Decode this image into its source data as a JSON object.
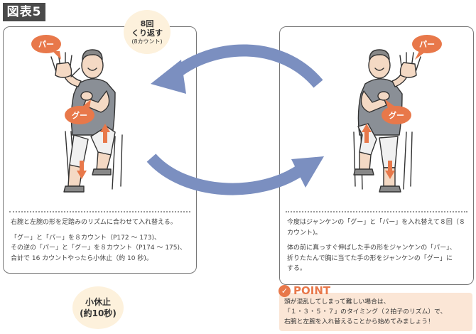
{
  "figure_label": "図表5",
  "repeat": {
    "count": "8回",
    "action": "くり返す",
    "note": "(8カウント)"
  },
  "rest": {
    "line1": "小休止",
    "line2": "(約10秒)"
  },
  "left_panel": {
    "bubble_top": "パー",
    "bubble_bottom": "グー",
    "text": {
      "p1": "右腕と左腕の形を足踏みのリズムに合わせて入れ替える。",
      "p2_l1": "「グー」と「パー」を８カウント（P172 〜 173)、",
      "p2_l2": "その逆の「パー」と「グー」を８カウント（P174 〜 175)、",
      "p2_l3": "合計で 16 カウントやったら小休止（約 10 秒)。"
    }
  },
  "right_panel": {
    "bubble_top": "パー",
    "bubble_bottom": "グー",
    "text": {
      "p1_l1": "今度はジャンケンの「グー」と「パー」を入れ替えて８回（８",
      "p1_l2": "カウント)。",
      "p2_l1": "体の前に真っすぐ伸ばした手の形をジャンケンの「パー」、",
      "p2_l2": "折りたたんで胸に当てた手の形をジャンケンの「グー」に",
      "p2_l3": "する。"
    }
  },
  "point": {
    "check_icon": "✓",
    "title": "POINT",
    "line1": "頭が混乱してしまって難しい場合は、",
    "line2": "「１・３・５・７」のタイミング（２拍子のリズム）で、",
    "line3": "右腕と左腕を入れ替えることから始めてみましょう！"
  },
  "colors": {
    "accent": "#e8784a",
    "arrow_blue": "#7b8fc0",
    "bubble_cream": "#fdf1dc",
    "label_bg": "#4a4a4a"
  }
}
